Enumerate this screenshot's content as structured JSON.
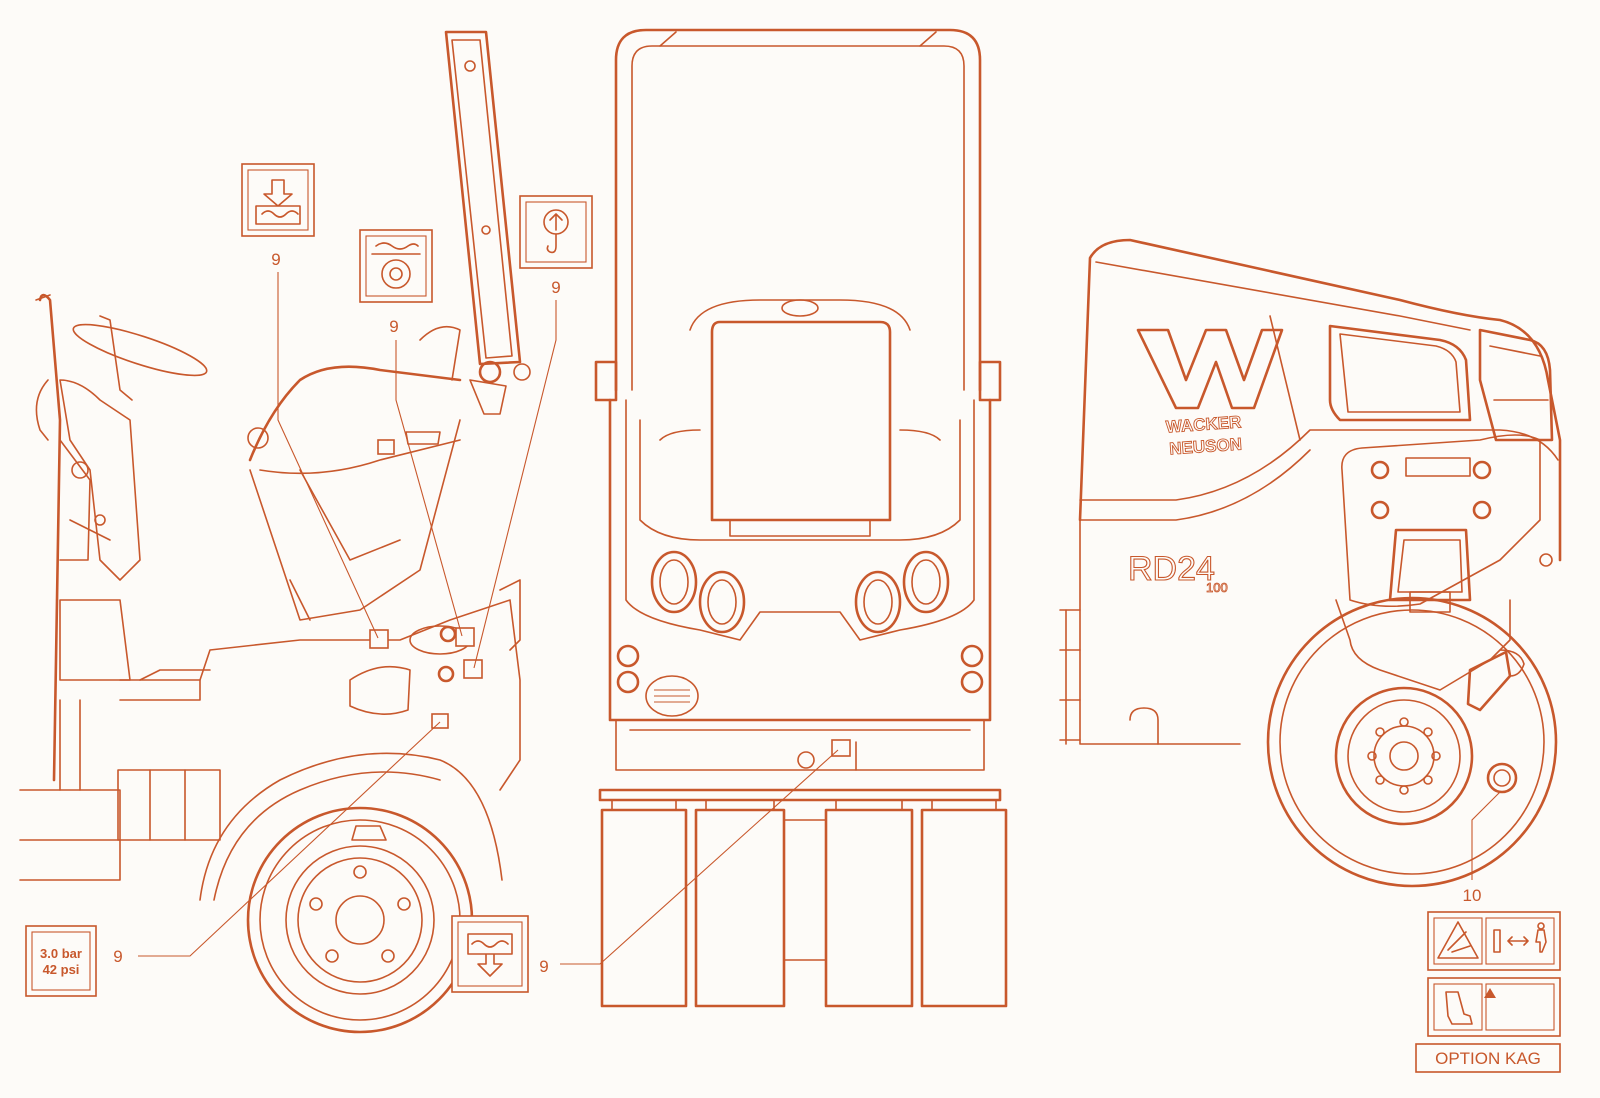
{
  "colors": {
    "line": "#c8582c",
    "background": "#fdfbf8"
  },
  "callouts": {
    "c1": "9",
    "c2": "9",
    "c3": "9",
    "c4": "9",
    "c5": "9",
    "c6": "10"
  },
  "decals": {
    "tire_pressure_bar": "3.0 bar",
    "tire_pressure_psi": "42 psi",
    "small_tag_line1": "3.0 bar",
    "small_tag_line2": "42 psi",
    "option_label": "OPTION KAG"
  },
  "branding": {
    "logo_letter": "W",
    "brand_line1": "WACKER",
    "brand_line2": "NEUSON",
    "model": "RD24",
    "model_sub": "100"
  },
  "icons": [
    "hydraulic-fill-icon",
    "engine-fan-icon",
    "lifting-hook-icon",
    "fuel-drain-icon",
    "crush-hazard-icon",
    "operator-distance-icon",
    "pedal-icon"
  ]
}
